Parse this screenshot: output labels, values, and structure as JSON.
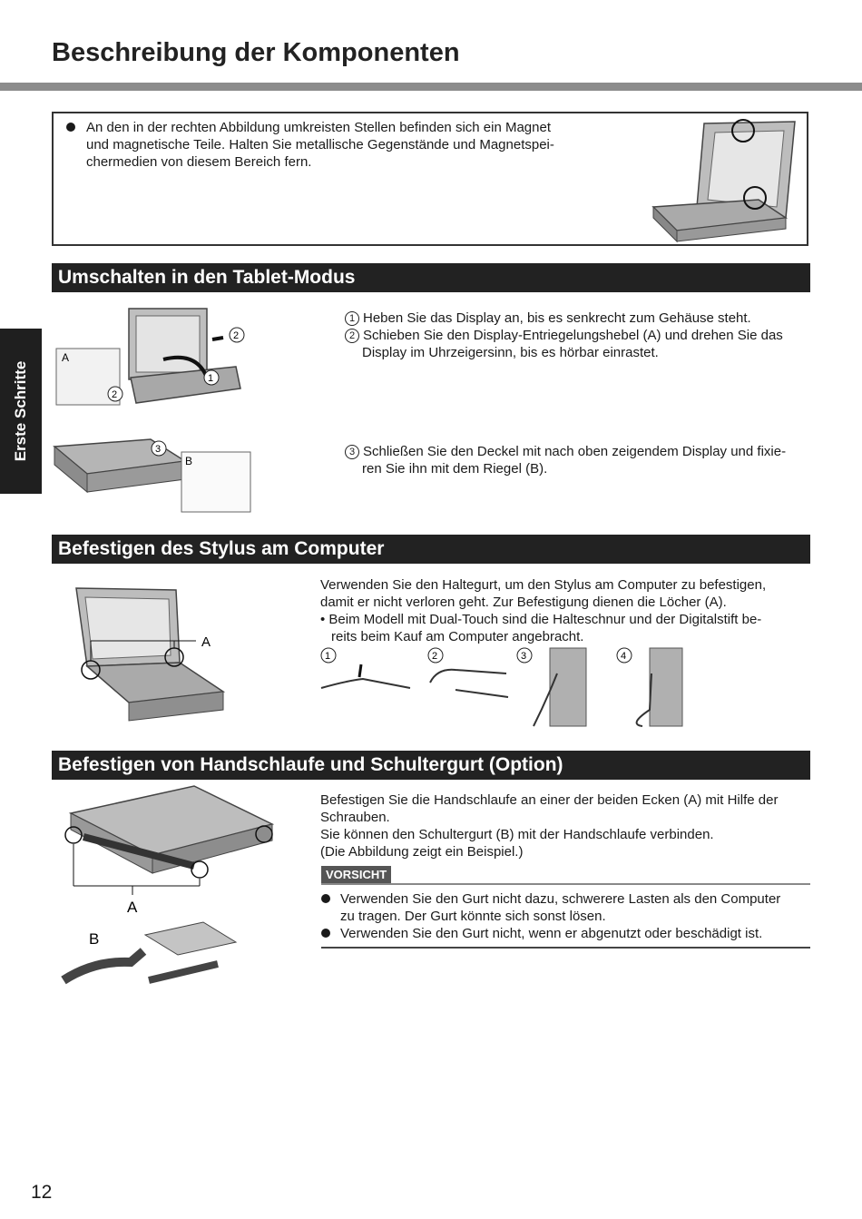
{
  "page": {
    "title": "Beschreibung der Komponenten",
    "side_tab": "Erste Schritte",
    "page_number": "12"
  },
  "notice": {
    "lines": [
      "An den in der rechten Abbildung umkreisten Stellen befinden sich ein Magnet",
      "und magnetische Teile. Halten Sie metallische Gegenstände und Magnetspei-",
      "chermedien von diesem Bereich fern."
    ]
  },
  "tablet": {
    "heading": "Umschalten in den Tablet-Modus",
    "step1": {
      "num": "1",
      "text": "Heben Sie das Display an, bis es senkrecht zum Gehäuse steht."
    },
    "step2": {
      "num": "2",
      "lines": [
        "Schieben Sie den Display-Entriegelungshebel (A) und drehen Sie das",
        "Display im Uhrzeigersinn, bis es hörbar einrastet."
      ]
    },
    "step3": {
      "num": "3",
      "lines": [
        "Schließen Sie den Deckel mit nach oben zeigendem Display und fixie-",
        "ren Sie ihn mit dem Riegel (B)."
      ]
    },
    "fig_labels": {
      "a": "A",
      "b": "B",
      "n1": "1",
      "n2": "2",
      "n3": "3"
    }
  },
  "stylus": {
    "heading": "Befestigen des Stylus am Computer",
    "lines": [
      "Verwenden Sie den Haltegurt, um den Stylus am Computer zu befestigen,",
      "damit er nicht verloren geht. Zur Befestigung dienen die Löcher (A)."
    ],
    "bullet_lines": [
      "• Beim Modell mit Dual-Touch sind die Halteschnur und der Digitalstift be-",
      "reits beim Kauf am Computer angebracht."
    ],
    "fig_label": "A",
    "steps": [
      "1",
      "2",
      "3",
      "4"
    ]
  },
  "strap": {
    "heading": "Befestigen von Handschlaufe und Schultergurt (Option)",
    "lines": [
      "Befestigen Sie die Handschlaufe an einer der beiden Ecken (A) mit Hilfe der",
      "Schrauben.",
      "Sie können den Schultergurt (B) mit der Handschlaufe verbinden.",
      "(Die Abbildung zeigt ein Beispiel.)"
    ],
    "caution_label": "VORSICHT",
    "cautions": [
      {
        "lines": [
          "Verwenden Sie den Gurt nicht dazu, schwerere Lasten als den Computer",
          "zu tragen. Der Gurt könnte sich sonst lösen."
        ]
      },
      {
        "lines": [
          "Verwenden Sie den Gurt nicht, wenn er abgenutzt oder beschädigt ist."
        ]
      }
    ],
    "fig_labels": {
      "a": "A",
      "b": "B"
    }
  }
}
